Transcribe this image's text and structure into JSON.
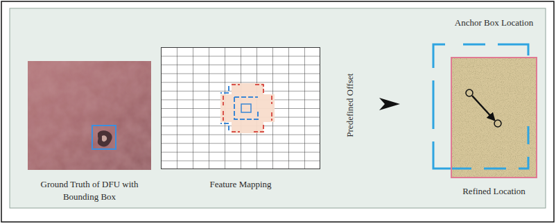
{
  "diagram": {
    "nodes": [
      {
        "text": [
          "Ground Truth of DFU with Bounding Box"
        ]
      },
      {
        "text": [
          "Feature Mapping"
        ]
      },
      {
        "text": [
          "Anchor Box Location",
          "Refined Location"
        ]
      }
    ],
    "labels": [
      "Predefined Offset"
    ]
  }
}
